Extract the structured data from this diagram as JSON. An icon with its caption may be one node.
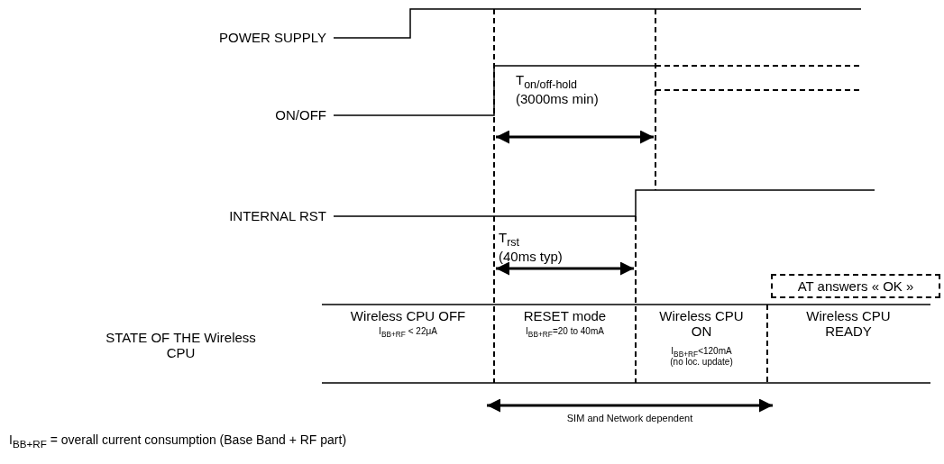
{
  "diagram": {
    "nodes": [
      {
        "text": [
          "AT answers « OK »"
        ]
      }
    ],
    "labels": [
      "POWER SUPPLY",
      "ON/OFF",
      "T$_{on/off-hold}$ (3000ms min)",
      "INTERNAL RST",
      "T$_{rst}$ (40ms typ)",
      "STATE OF THE Wireless CPU",
      "Wireless CPU OFF",
      "I$_{BB+RF}$ < 22μA",
      "RESET mode",
      "I$_{BB+RF}$=20 to 40mA",
      "Wireless CPU ON",
      "I$_{BB+RF}$<120mA",
      "(no loc. update)",
      "Wireless CPU READY",
      "SIM and Network dependent",
      "I$_{BB+RF}$ = overall current consumption (Base Band + RF part)"
    ]
  }
}
